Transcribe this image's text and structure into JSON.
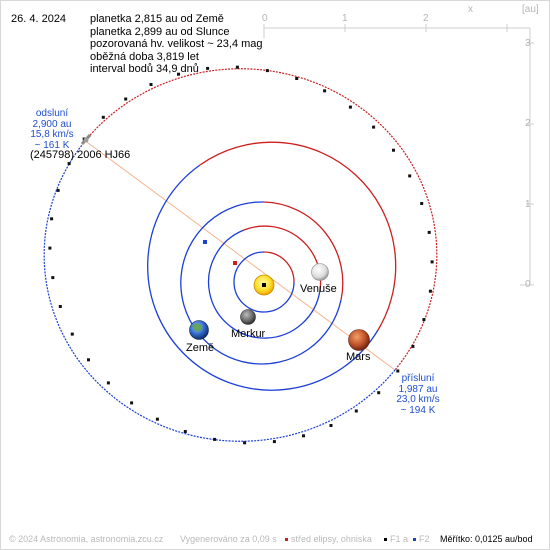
{
  "date": "26. 4. 2024",
  "info": {
    "lines": [
      "planetka 2,815 au od Země",
      "planetka 2,899 au od Slunce",
      "pozorovaná hv. velikost ~ 23,4 mag",
      "oběžná doba 3,819 let",
      "interval bodů 34,9 dnů"
    ]
  },
  "asteroid_name": "(245798) 2006 HJ66",
  "aphelion": {
    "lines": [
      "odsluní",
      "2,900 au",
      "15,8 km/s",
      "~ 161 K"
    ]
  },
  "perihelion": {
    "lines": [
      "přísluní",
      "1,987 au",
      "23,0 km/s",
      "~ 194 K"
    ]
  },
  "planets": {
    "venus": "Venuše",
    "mercury": "Merkur",
    "earth": "Země",
    "mars": "Mars"
  },
  "axes": {
    "top_ticks": [
      "0",
      "1",
      "2"
    ],
    "right_ticks": [
      "3",
      "2",
      "1",
      "0"
    ],
    "x_label": "x",
    "unit_label": "[au]"
  },
  "footer": {
    "copyright": "© 2024 Astronomia, astronomia.zcu.cz",
    "generated": "Vygenerováno za 0,09 s",
    "center_legend": "střed elipsy, ohniska",
    "f1": "F1",
    "f1_suffix": "a",
    "f2": "F2",
    "scale_label": "Měřítko",
    "scale_value": ": 0,0125 au/bod"
  },
  "colors": {
    "orbit_blue": "#1c3fd6",
    "orbit_red": "#cc1f1f",
    "orbit_black": "#111111",
    "axis_grey": "#c8c8c8"
  }
}
